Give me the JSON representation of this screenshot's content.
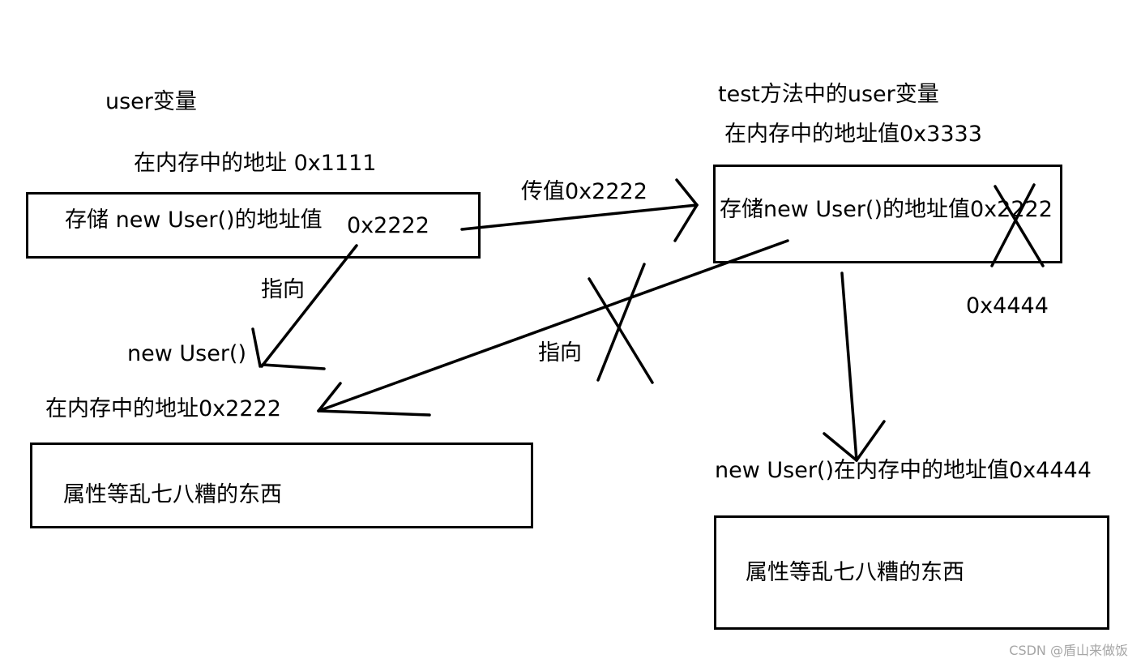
{
  "colors": {
    "ink": "#000000",
    "background": "#ffffff",
    "watermark": "#a6a6a6"
  },
  "left": {
    "var_label": "user变量",
    "addr_label": "在内存中的地址 0x1111",
    "box_text": "存储 new User()的地址值",
    "box_value": "0x2222",
    "arrow_label": "指向",
    "obj_label": "new User()",
    "obj_addr_label": "在内存中的地址0x2222",
    "obj_box_text": "属性等乱七八糟的东西"
  },
  "middle": {
    "pass_label": "传值0x2222",
    "arrow_label": "指向"
  },
  "right": {
    "var_label": "test方法中的user变量",
    "addr_label": "在内存中的地址值0x3333",
    "box_text": "存储new User()的地址值0x2222",
    "new_value": "0x4444",
    "obj_addr_label": "new User()在内存中的地址值0x4444",
    "obj_box_text": "属性等乱七八糟的东西"
  },
  "watermark": "CSDN @盾山来做饭"
}
